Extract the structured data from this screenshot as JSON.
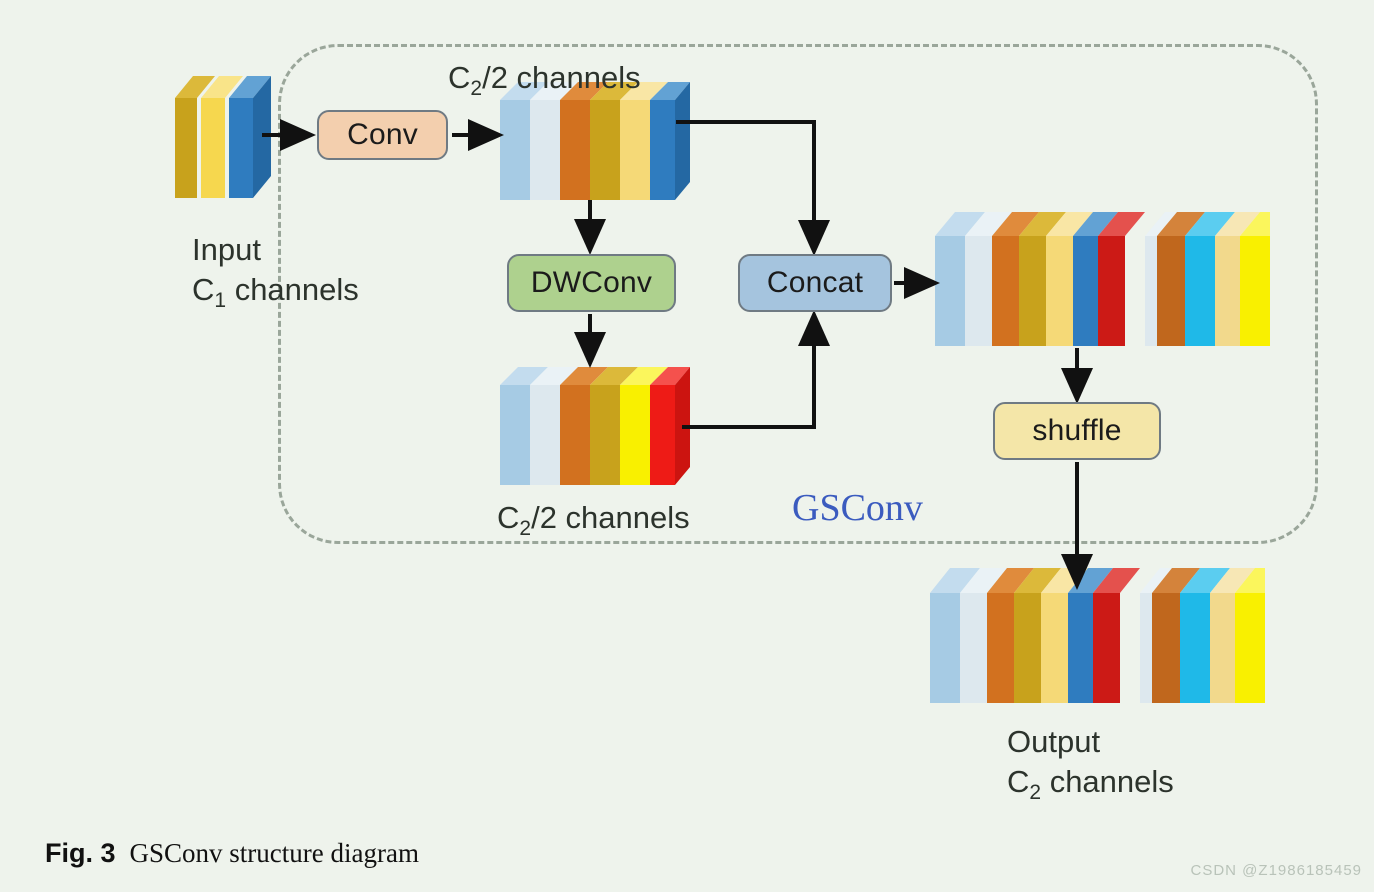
{
  "figure": {
    "background_color": "#eef3ec",
    "caption_number": "Fig. 3",
    "caption_text": "GSConv structure diagram",
    "watermark": "CSDN @Z1986185459",
    "group_label": "GSConv",
    "group_label_color": "#3b5bbf"
  },
  "boxes": [
    {
      "id": "conv",
      "label": "Conv",
      "fill": "#f3cfae"
    },
    {
      "id": "dwconv",
      "label": "DWConv",
      "fill": "#aed18e"
    },
    {
      "id": "concat",
      "label": "Concat",
      "fill": "#a5c4de"
    },
    {
      "id": "shuffle",
      "label": "shuffle",
      "fill": "#f4e6a8"
    }
  ],
  "labels": {
    "input_line1": "Input",
    "input_line2_pre": "C",
    "input_line2_sub": "1",
    "input_line2_post": " channels",
    "c2half_pre": "C",
    "c2half_sub": "2",
    "c2half_post": "/2 channels",
    "output_line1": "Output",
    "output_line2_pre": "C",
    "output_line2_sub": "2",
    "output_line2_post": " channels"
  },
  "tensors": {
    "input": {
      "name": "input-tensor",
      "channel_count": 3,
      "slab_colors": [
        "#c8a21c",
        "#f6d74e",
        "#2f7cbf"
      ]
    },
    "conv_output": {
      "name": "conv-output-tensor",
      "channel_count": 6,
      "slab_colors": [
        "#a6cbe4",
        "#dde8ee",
        "#d2711f",
        "#c8a21c",
        "#f5d977",
        "#2f7cbf"
      ]
    },
    "dwconv_output": {
      "name": "dwconv-output-tensor",
      "channel_count": 6,
      "slab_colors": [
        "#a6cbe4",
        "#dde8ee",
        "#d2711f",
        "#c8a21c",
        "#f9f000",
        "#ee1b16"
      ]
    },
    "concat_output": {
      "name": "concat-output-tensor",
      "group_a_colors": [
        "#a6cbe4",
        "#dde8ee",
        "#d2711f",
        "#c8a21c",
        "#f5d977",
        "#2f7cbf",
        "#cc1a16"
      ],
      "group_b_colors": [
        "#dde8ee",
        "#c0671d",
        "#1fb9e8",
        "#f2d98c",
        "#f9f000"
      ]
    },
    "output": {
      "name": "output-tensor",
      "group_a_colors": [
        "#a6cbe4",
        "#dde8ee",
        "#d2711f",
        "#c8a21c",
        "#f5d977",
        "#2f7cbf",
        "#cc1a16"
      ],
      "group_b_colors": [
        "#dde8ee",
        "#c0671d",
        "#1fb9e8",
        "#f2d98c",
        "#f9f000"
      ]
    }
  },
  "flow": {
    "edges": [
      {
        "from": "input-tensor",
        "to": "conv-box"
      },
      {
        "from": "conv-box",
        "to": "conv-output-tensor"
      },
      {
        "from": "conv-output-tensor",
        "to": "dwconv-box"
      },
      {
        "from": "dwconv-box",
        "to": "dwconv-output-tensor"
      },
      {
        "from": "conv-output-tensor",
        "to": "concat-box"
      },
      {
        "from": "dwconv-output-tensor",
        "to": "concat-box"
      },
      {
        "from": "concat-box",
        "to": "concat-output-tensor"
      },
      {
        "from": "concat-output-tensor",
        "to": "shuffle-box"
      },
      {
        "from": "shuffle-box",
        "to": "output-tensor"
      }
    ]
  }
}
